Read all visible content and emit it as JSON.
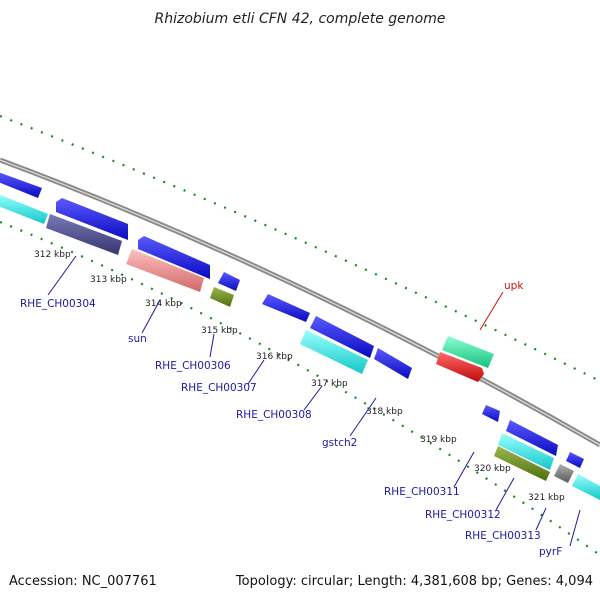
{
  "title": "Rhizobium etli CFN 42, complete genome",
  "footer": {
    "accession": "Accession: NC_007761",
    "summary": "Topology: circular; Length: 4,381,608 bp; Genes: 4,094"
  },
  "tick_labels": [
    "312 kbp",
    "313 kbp",
    "314 kbp",
    "315 kbp",
    "316 kbp",
    "317 kbp",
    "318 kbp",
    "319 kbp",
    "320 kbp",
    "321 kbp"
  ],
  "gene_labels": [
    "RHE_CH00304",
    "sun",
    "RHE_CH00306",
    "RHE_CH00307",
    "RHE_CH00308",
    "gstch2",
    "RHE_CH00311",
    "RHE_CH00312",
    "RHE_CH00313",
    "pyrF",
    "upk"
  ],
  "colors": {
    "backbone": "#8a8a8a",
    "dotted_track": "#1a8a1a",
    "gene_blue": "#1414e0",
    "gene_cyan": "#19e6e6",
    "gene_navy": "#4a4a90",
    "gene_salmon": "#e88a8a",
    "gene_olive": "#6a8a1a",
    "gene_seagreen": "#2ae8a0",
    "gene_red": "#e81414",
    "gene_gray": "#7a7a7a",
    "label_blue": "#1a1aa0",
    "label_red": "#cc1111"
  }
}
